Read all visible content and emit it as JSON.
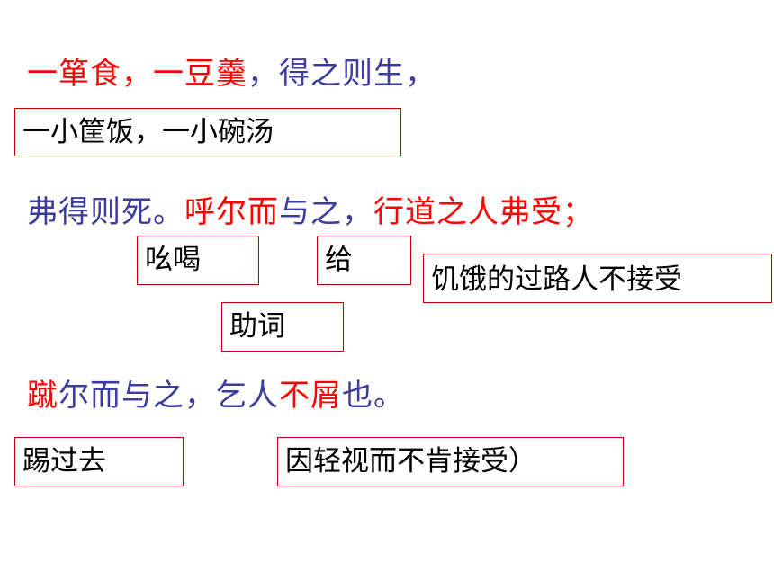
{
  "colors": {
    "red": "#ff0000",
    "blue": "#3b3ba0",
    "black": "#000000",
    "box_border": "#c00000"
  },
  "line1": {
    "segments": [
      {
        "text": "一箪食，",
        "color": "red"
      },
      {
        "text": "一豆羹",
        "color": "red"
      },
      {
        "text": "，得之则生，",
        "color": "blue"
      }
    ]
  },
  "line2": {
    "segments": [
      {
        "text": "弗得则死。",
        "color": "blue"
      },
      {
        "text": "呼",
        "color": "red"
      },
      {
        "text": "尔而",
        "color": "red"
      },
      {
        "text": "与",
        "color": "blue"
      },
      {
        "text": "之，",
        "color": "blue"
      },
      {
        "text": "行道之人",
        "color": "red"
      },
      {
        "text": "弗受；",
        "color": "red"
      }
    ]
  },
  "line3": {
    "segments": [
      {
        "text": "蹴",
        "color": "red"
      },
      {
        "text": "尔而与之，乞人",
        "color": "blue"
      },
      {
        "text": "不屑",
        "color": "red"
      },
      {
        "text": "也。",
        "color": "blue"
      }
    ]
  },
  "notes": {
    "n1": "一小筐饭，一小碗汤",
    "n2": "吆喝",
    "n3": "给",
    "n4": "饥饿的过路人不接受",
    "n5": "助词",
    "n6": "踢过去",
    "n7": "因轻视而不肯接受）"
  }
}
